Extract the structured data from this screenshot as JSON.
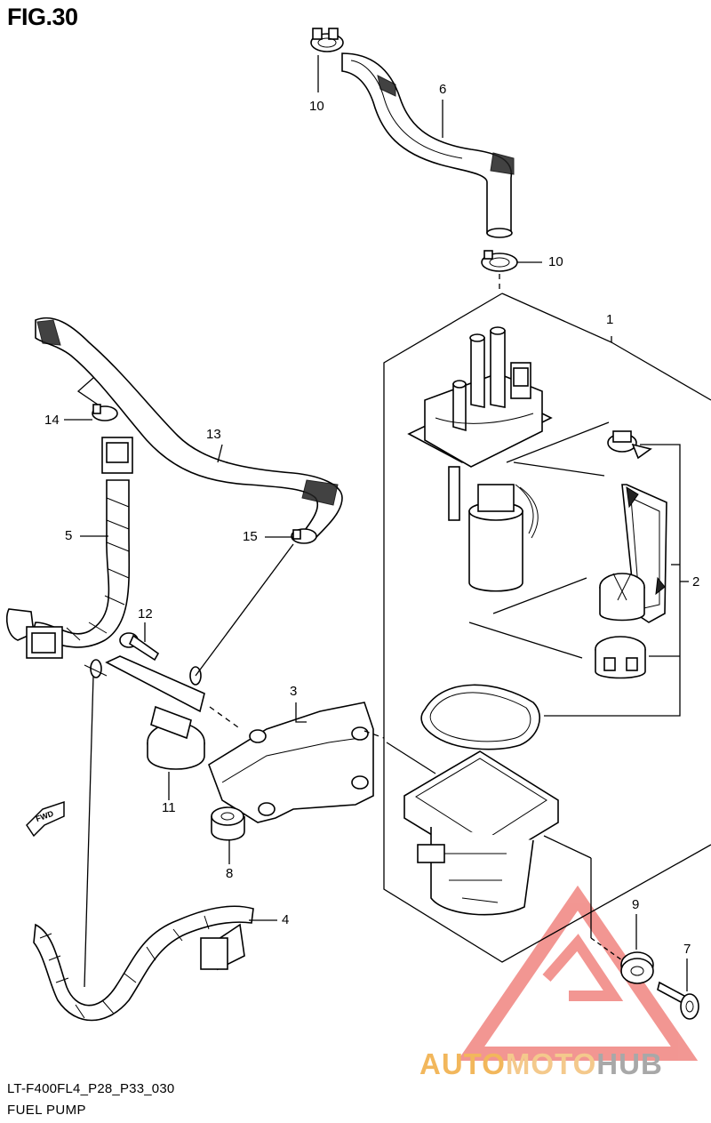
{
  "figure": {
    "title": "FIG.30"
  },
  "callouts": {
    "c1": "1",
    "c2": "2",
    "c3": "3",
    "c4": "4",
    "c5": "5",
    "c6": "6",
    "c7": "7",
    "c8": "8",
    "c9": "9",
    "c10a": "10",
    "c10b": "10",
    "c11": "11",
    "c12": "12",
    "c13": "13",
    "c14": "14",
    "c15": "15"
  },
  "footer": {
    "code": "LT-F400FL4_P28_P33_030",
    "name": "FUEL PUMP"
  },
  "fwd_label": "FWD",
  "watermark": {
    "part1": "AUTO",
    "part2": "MOTO",
    "part3": "HUB",
    "colors": {
      "orange": "#f2b75c",
      "light_orange": "#f4c98c",
      "gray": "#a8a8a8",
      "red": "#e8413a"
    }
  }
}
